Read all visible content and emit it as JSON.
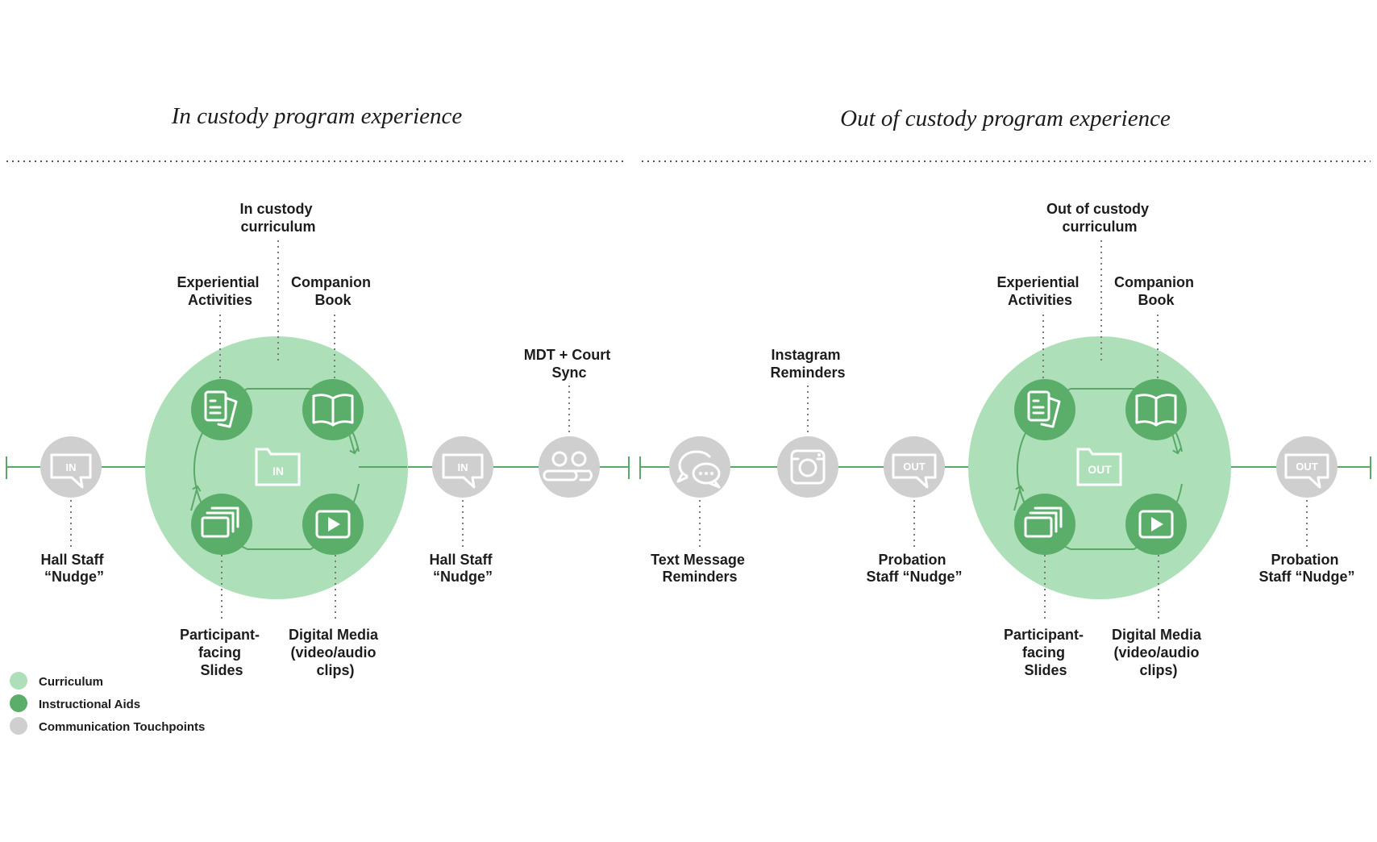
{
  "titles": {
    "in": "In custody program experience",
    "out": "Out of custody program experience"
  },
  "in_section": {
    "curriculum_label": [
      "In custody",
      "curriculum"
    ],
    "experiential": [
      "Experiential",
      "Activities"
    ],
    "companion": [
      "Companion",
      "Book"
    ],
    "slides": [
      "Participant-",
      "facing",
      "Slides"
    ],
    "media": [
      "Digital Media",
      "(video/audio",
      "clips)"
    ],
    "center_badge": "IN",
    "nudge_badge": "IN",
    "nudge_left": [
      "Hall Staff",
      "“Nudge”"
    ],
    "nudge_right": [
      "Hall Staff",
      "“Nudge”"
    ],
    "mdt": [
      "MDT + Court",
      "Sync"
    ]
  },
  "out_section": {
    "curriculum_label": [
      "Out of custody",
      "curriculum"
    ],
    "experiential": [
      "Experiential",
      "Activities"
    ],
    "companion": [
      "Companion",
      "Book"
    ],
    "slides": [
      "Participant-",
      "facing",
      "Slides"
    ],
    "media": [
      "Digital Media",
      "(video/audio",
      "clips)"
    ],
    "center_badge": "OUT",
    "nudge_badge": "OUT",
    "text_msg": [
      "Text Message",
      "Reminders"
    ],
    "instagram": [
      "Instagram",
      "Reminders"
    ],
    "nudge_left": [
      "Probation",
      "Staff “Nudge”"
    ],
    "nudge_right": [
      "Probation",
      "Staff “Nudge”"
    ]
  },
  "legend": [
    {
      "label": "Curriculum",
      "color": "#ade0b8"
    },
    {
      "label": "Instructional Aids",
      "color": "#5aae6a"
    },
    {
      "label": "Communication Touchpoints",
      "color": "#cfcfcf"
    }
  ],
  "colors": {
    "curriculum": "#ade0b8",
    "instructional_aids": "#5aae6a",
    "touchpoints": "#cfcfcf",
    "timeline": "#5aa868"
  },
  "icons": {
    "speech_bubble": "speech-bubble-icon",
    "cards": "cards-icon",
    "book": "book-icon",
    "slides": "slides-icon",
    "play": "play-icon",
    "folder": "folder-icon",
    "people": "people-icon",
    "chat": "chat-icon",
    "camera": "instagram-icon"
  }
}
